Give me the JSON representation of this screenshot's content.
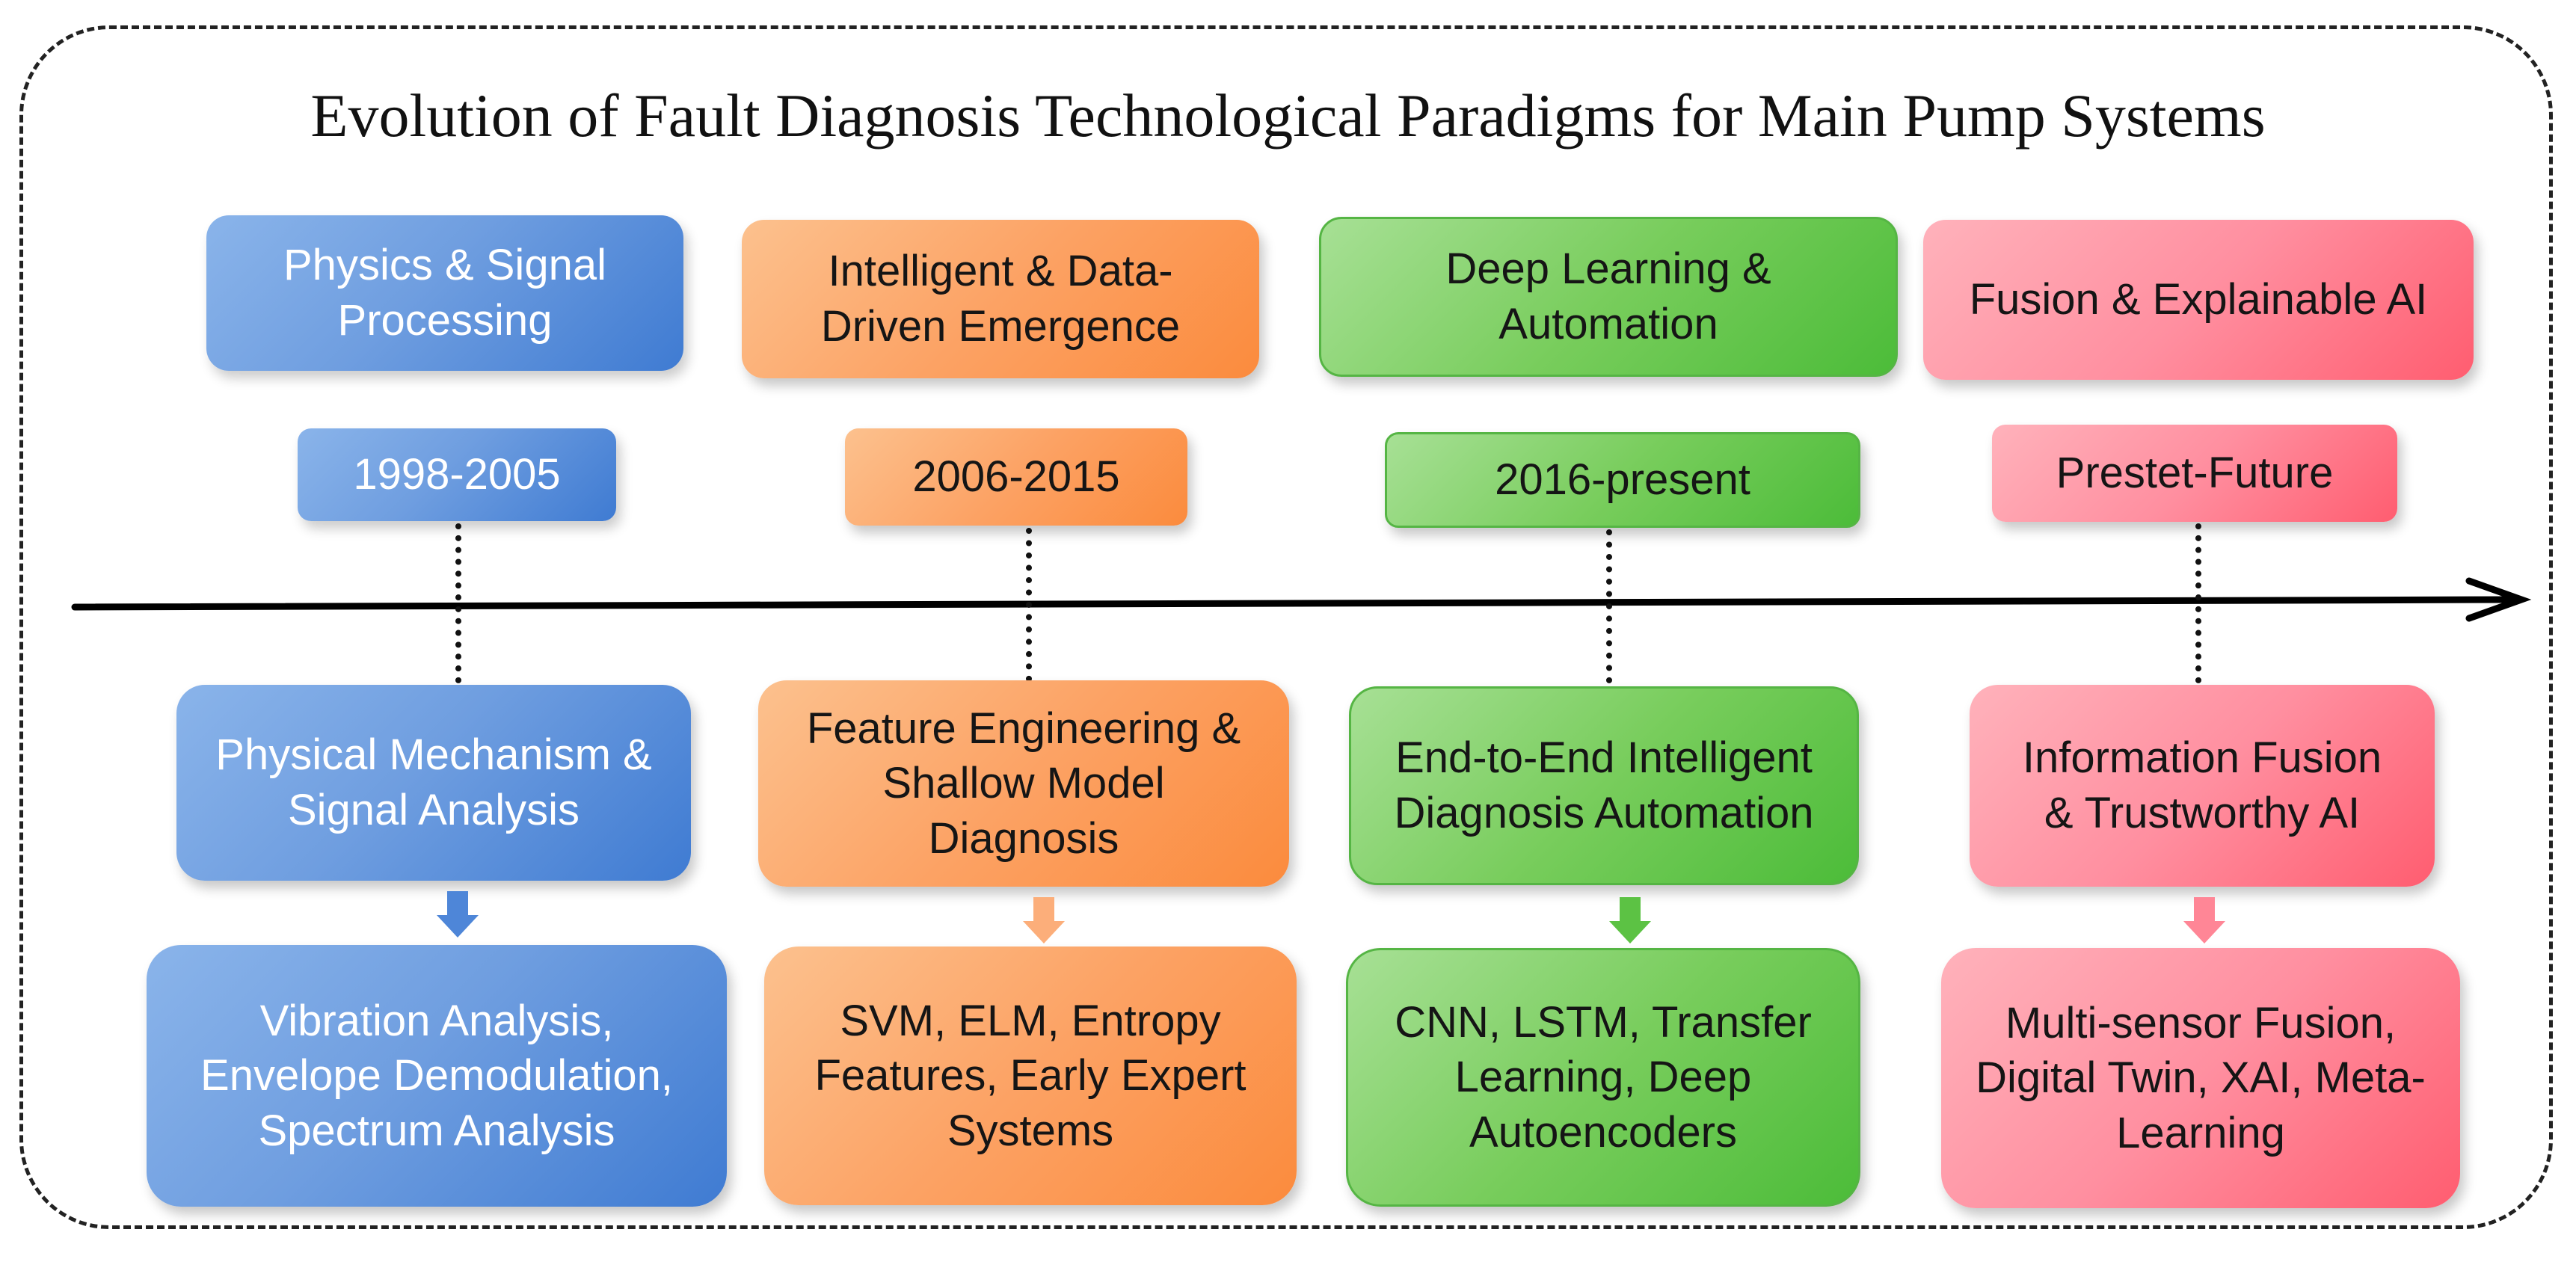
{
  "title": "Evolution of Fault Diagnosis Technological Paradigms for Main Pump Systems",
  "colors": {
    "blue": "#5b8fdc",
    "orange": "#fc9a55",
    "green": "#6ac850",
    "pink": "#ff7b8c",
    "axis": "#000000"
  },
  "eras": [
    {
      "phase": "Physics & Signal Processing",
      "period": "1998-2005",
      "paradigm": "Physical Mechanism & Signal Analysis",
      "methods": "Vibration Analysis, Envelope Demodulation, Spectrum Analysis"
    },
    {
      "phase": "Intelligent & Data-Driven Emergence",
      "period": "2006-2015",
      "paradigm": "Feature Engineering & Shallow Model Diagnosis",
      "methods": "SVM, ELM, Entropy Features, Early Expert Systems"
    },
    {
      "phase": "Deep Learning & Automation",
      "period": "2016-present",
      "paradigm": "End-to-End Intelligent Diagnosis Automation",
      "methods": "CNN, LSTM, Transfer Learning, Deep Autoencoders"
    },
    {
      "phase": "Fusion & Explainable AI",
      "period": "Prestet-Future",
      "paradigm": "Information Fusion & Trustworthy AI",
      "methods": "Multi-sensor Fusion, Digital Twin, XAI, Meta-Learning"
    }
  ]
}
